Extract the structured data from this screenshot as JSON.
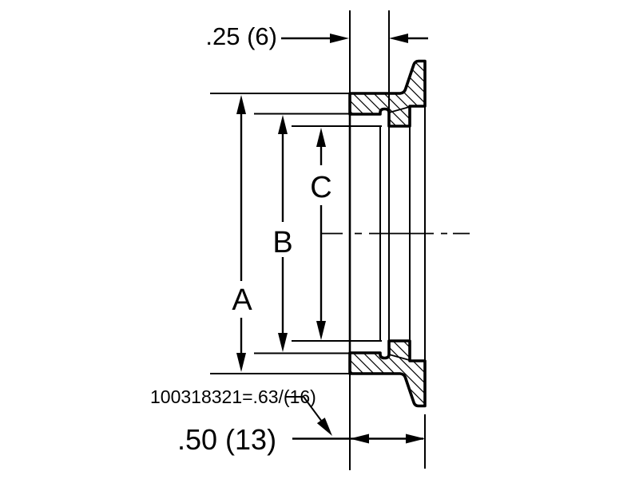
{
  "drawing": {
    "title": "flange-cross-section",
    "colors": {
      "line": "#000000",
      "background": "#ffffff"
    },
    "dimensions": {
      "socket_depth": {
        "label": ".25 (6)"
      },
      "overall_length": {
        "label": ".50 (13)"
      },
      "diameter_a": {
        "label": "A"
      },
      "diameter_b": {
        "label": "B"
      },
      "diameter_c": {
        "label": "C"
      }
    },
    "note": {
      "label": "100318321=.63/(16)"
    }
  }
}
